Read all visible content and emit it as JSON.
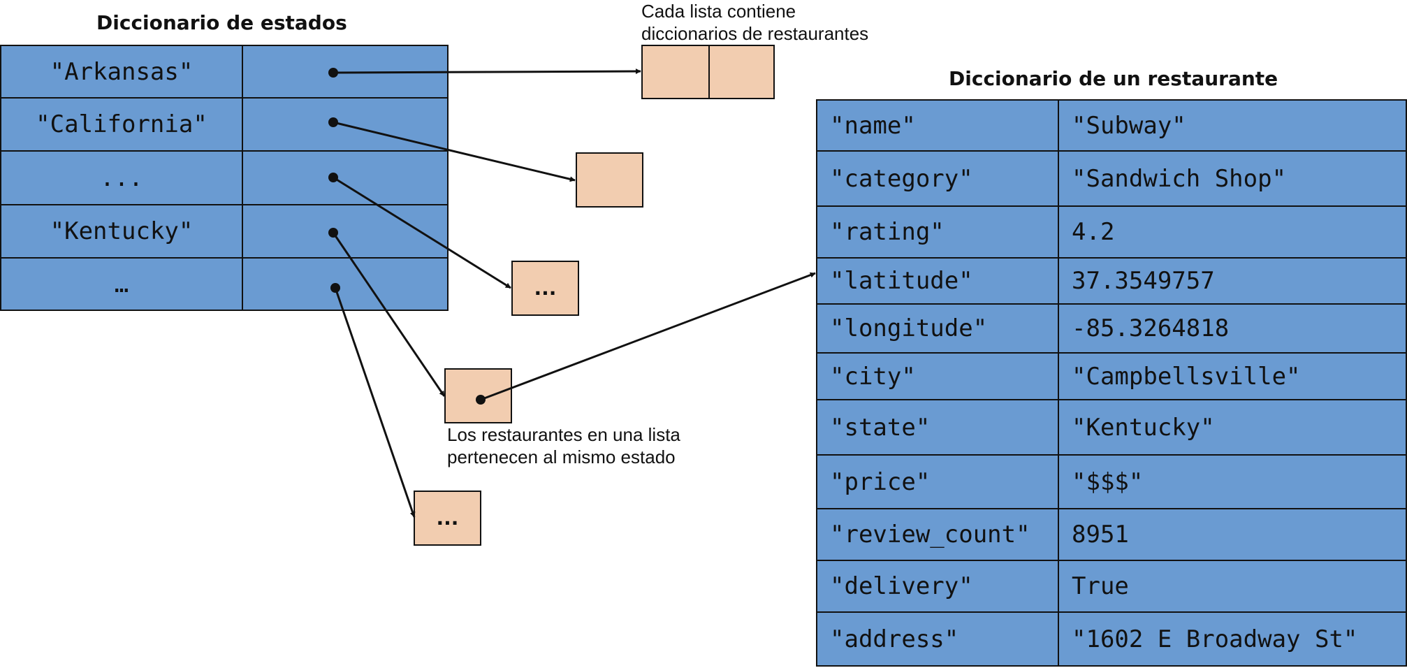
{
  "states_title": "Diccionario de estados",
  "states_rows": [
    {
      "key": "\"Arkansas\""
    },
    {
      "key": "\"California\""
    },
    {
      "key": "..."
    },
    {
      "key": "\"Kentucky\""
    },
    {
      "key": "…"
    }
  ],
  "list_note": [
    "Cada lista contiene",
    "diccionarios de restaurantes"
  ],
  "restaurant_title": "Diccionario de un restaurante",
  "restaurant_rows": [
    {
      "key": "\"name\"",
      "value": "\"Subway\""
    },
    {
      "key": "\"category\"",
      "value": "\"Sandwich Shop\""
    },
    {
      "key": "\"rating\"",
      "value": "4.2"
    },
    {
      "key": "\"latitude\"",
      "value": "37.3549757"
    },
    {
      "key": "\"longitude\"",
      "value": "-85.3264818"
    },
    {
      "key": "\"city\"",
      "value": "\"Campbellsville\""
    },
    {
      "key": "\"state\"",
      "value": "\"Kentucky\""
    },
    {
      "key": "\"price\"",
      "value": "\"$$$\""
    },
    {
      "key": "\"review_count\"",
      "value": "8951"
    },
    {
      "key": "\"delivery\"",
      "value": "True"
    },
    {
      "key": "\"address\"",
      "value": "\"1602 E Broadway St\""
    }
  ],
  "list_boxes": {
    "ellipsis_1": "...",
    "ellipsis_2": "..."
  },
  "same_state_note": [
    "Los restaurantes en una lista",
    "pertenecen al mismo estado"
  ]
}
